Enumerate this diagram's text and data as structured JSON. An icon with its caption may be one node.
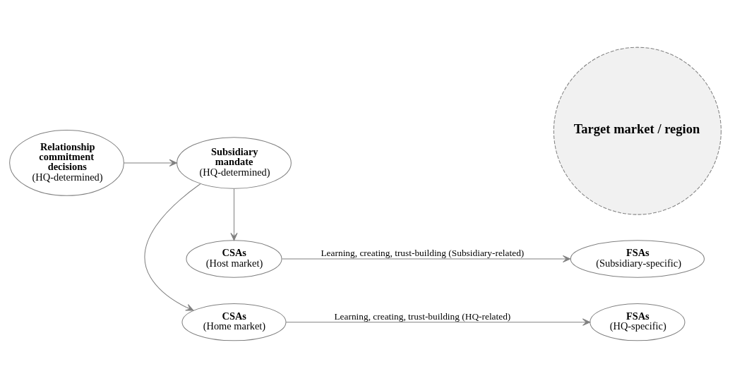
{
  "diagram": {
    "nodes": [
      {
        "text": [
          "CSAs",
          "(Home market)"
        ]
      },
      {
        "text": [
          "FSAs",
          "(HQ-specific)"
        ]
      },
      {
        "text": [
          "Relationship commitment decisions",
          "(HQ-determined)"
        ]
      },
      {
        "text": [
          "Subsidiary mandate",
          "(HQ-determined)"
        ]
      },
      {
        "text": [
          "Target market / region"
        ]
      },
      {
        "text": [
          "CSAs",
          "(Host market)"
        ]
      },
      {
        "text": [
          "FSAs",
          "(Subsidiary-specific)"
        ]
      }
    ],
    "edges": [
      {
        "from": 2,
        "to": 3,
        "arrow": "to"
      },
      {
        "from": 3,
        "to": 0,
        "arrow": "to"
      },
      {
        "from": 3,
        "to": 5,
        "arrow": "to"
      },
      {
        "from": 0,
        "to": 1,
        "arrow": "to",
        "label": "Learning, creating, trust-building (HQ-related)"
      },
      {
        "from": 5,
        "to": 6,
        "arrow": "to",
        "label": "Learning, creating, trust-building (Subsidiary-related)"
      }
    ]
  }
}
